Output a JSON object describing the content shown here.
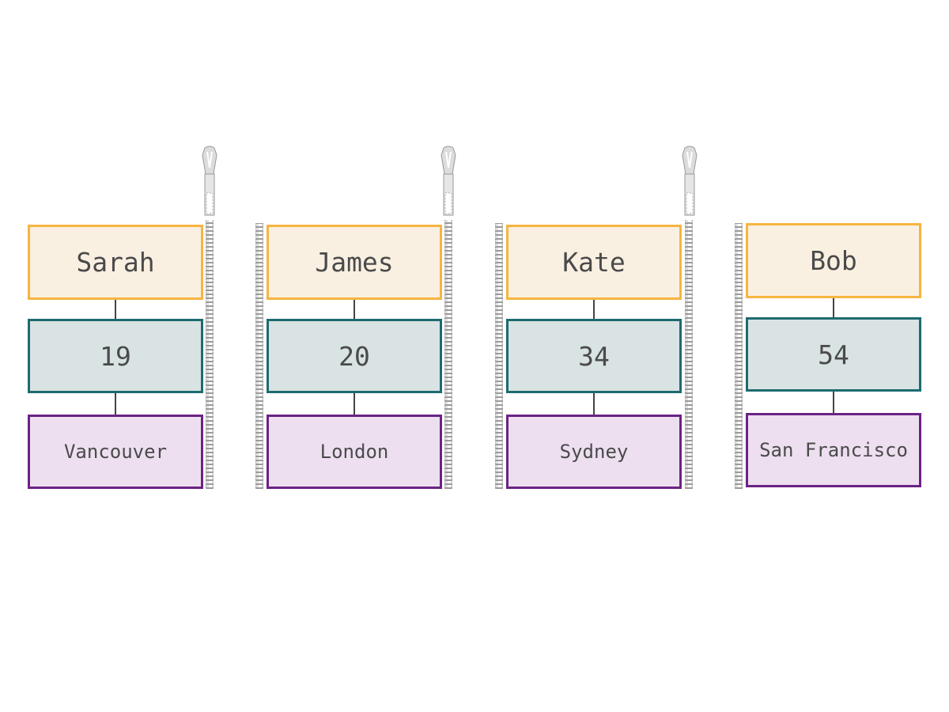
{
  "records": [
    {
      "name": "Sarah",
      "age": "19",
      "city": "Vancouver"
    },
    {
      "name": "James",
      "age": "20",
      "city": "London"
    },
    {
      "name": "Kate",
      "age": "34",
      "city": "Sydney"
    },
    {
      "name": "Bob",
      "age": "54",
      "city": "San Francisco"
    }
  ],
  "colors": {
    "name_border": "#f6b440",
    "name_fill": "#faf0e2",
    "age_border": "#1c6b70",
    "age_fill": "#d9e3e3",
    "city_border": "#6b2384",
    "city_fill": "#eddff0"
  }
}
